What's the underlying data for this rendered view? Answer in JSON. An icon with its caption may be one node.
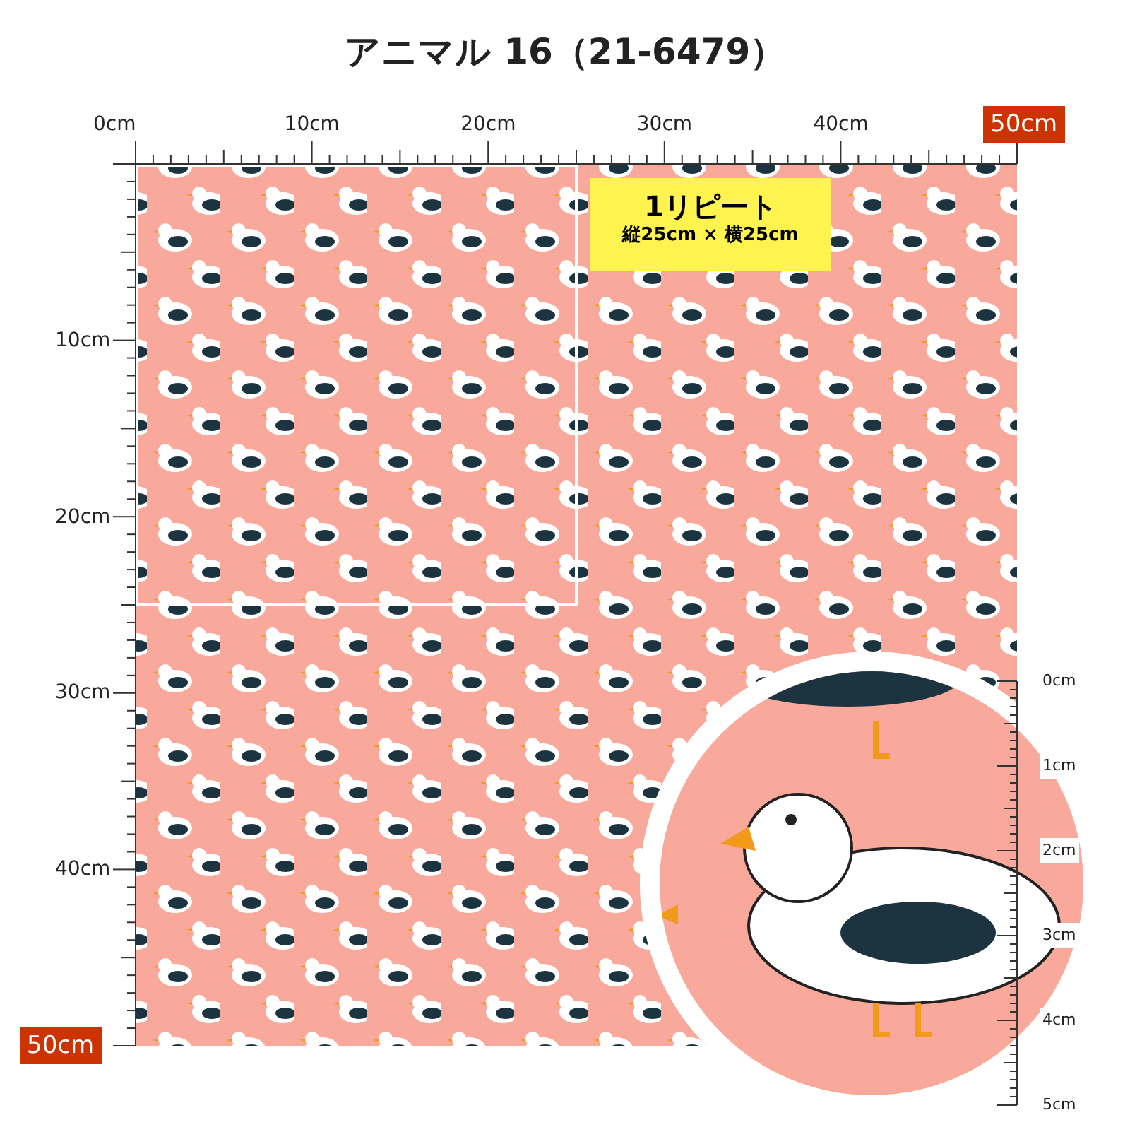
{
  "diagram": {
    "title": "アニマル 16（21-6479）",
    "nodes": [
      {
        "text": [
          "1リピート",
          "縦25cm × 横25cm"
        ]
      }
    ],
    "labels": [
      "0cm",
      "10cm",
      "20cm",
      "30cm",
      "40cm",
      "50cm",
      "10cm",
      "20cm",
      "30cm",
      "40cm",
      "50cm",
      "0cm",
      "1cm",
      "2cm",
      "3cm",
      "4cm",
      "5cm"
    ]
  }
}
